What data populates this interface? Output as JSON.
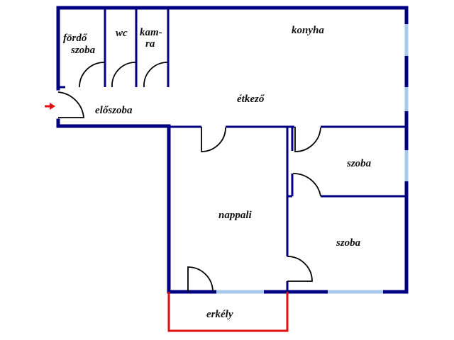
{
  "rooms": {
    "bathroom_line1": "fördő",
    "bathroom_line2": "szoba",
    "wc": "wc",
    "pantry_line1": "kam-",
    "pantry_line2": "ra",
    "kitchen": "konyha",
    "dining": "étkező",
    "hall": "előszoba",
    "living": "nappali",
    "room1": "szoba",
    "room2": "szoba",
    "balcony": "erkély"
  },
  "colors": {
    "wall": "#000080",
    "window": "#a8c8ec",
    "balcony": "#e01010",
    "entrance_arrow": "#e01010"
  }
}
